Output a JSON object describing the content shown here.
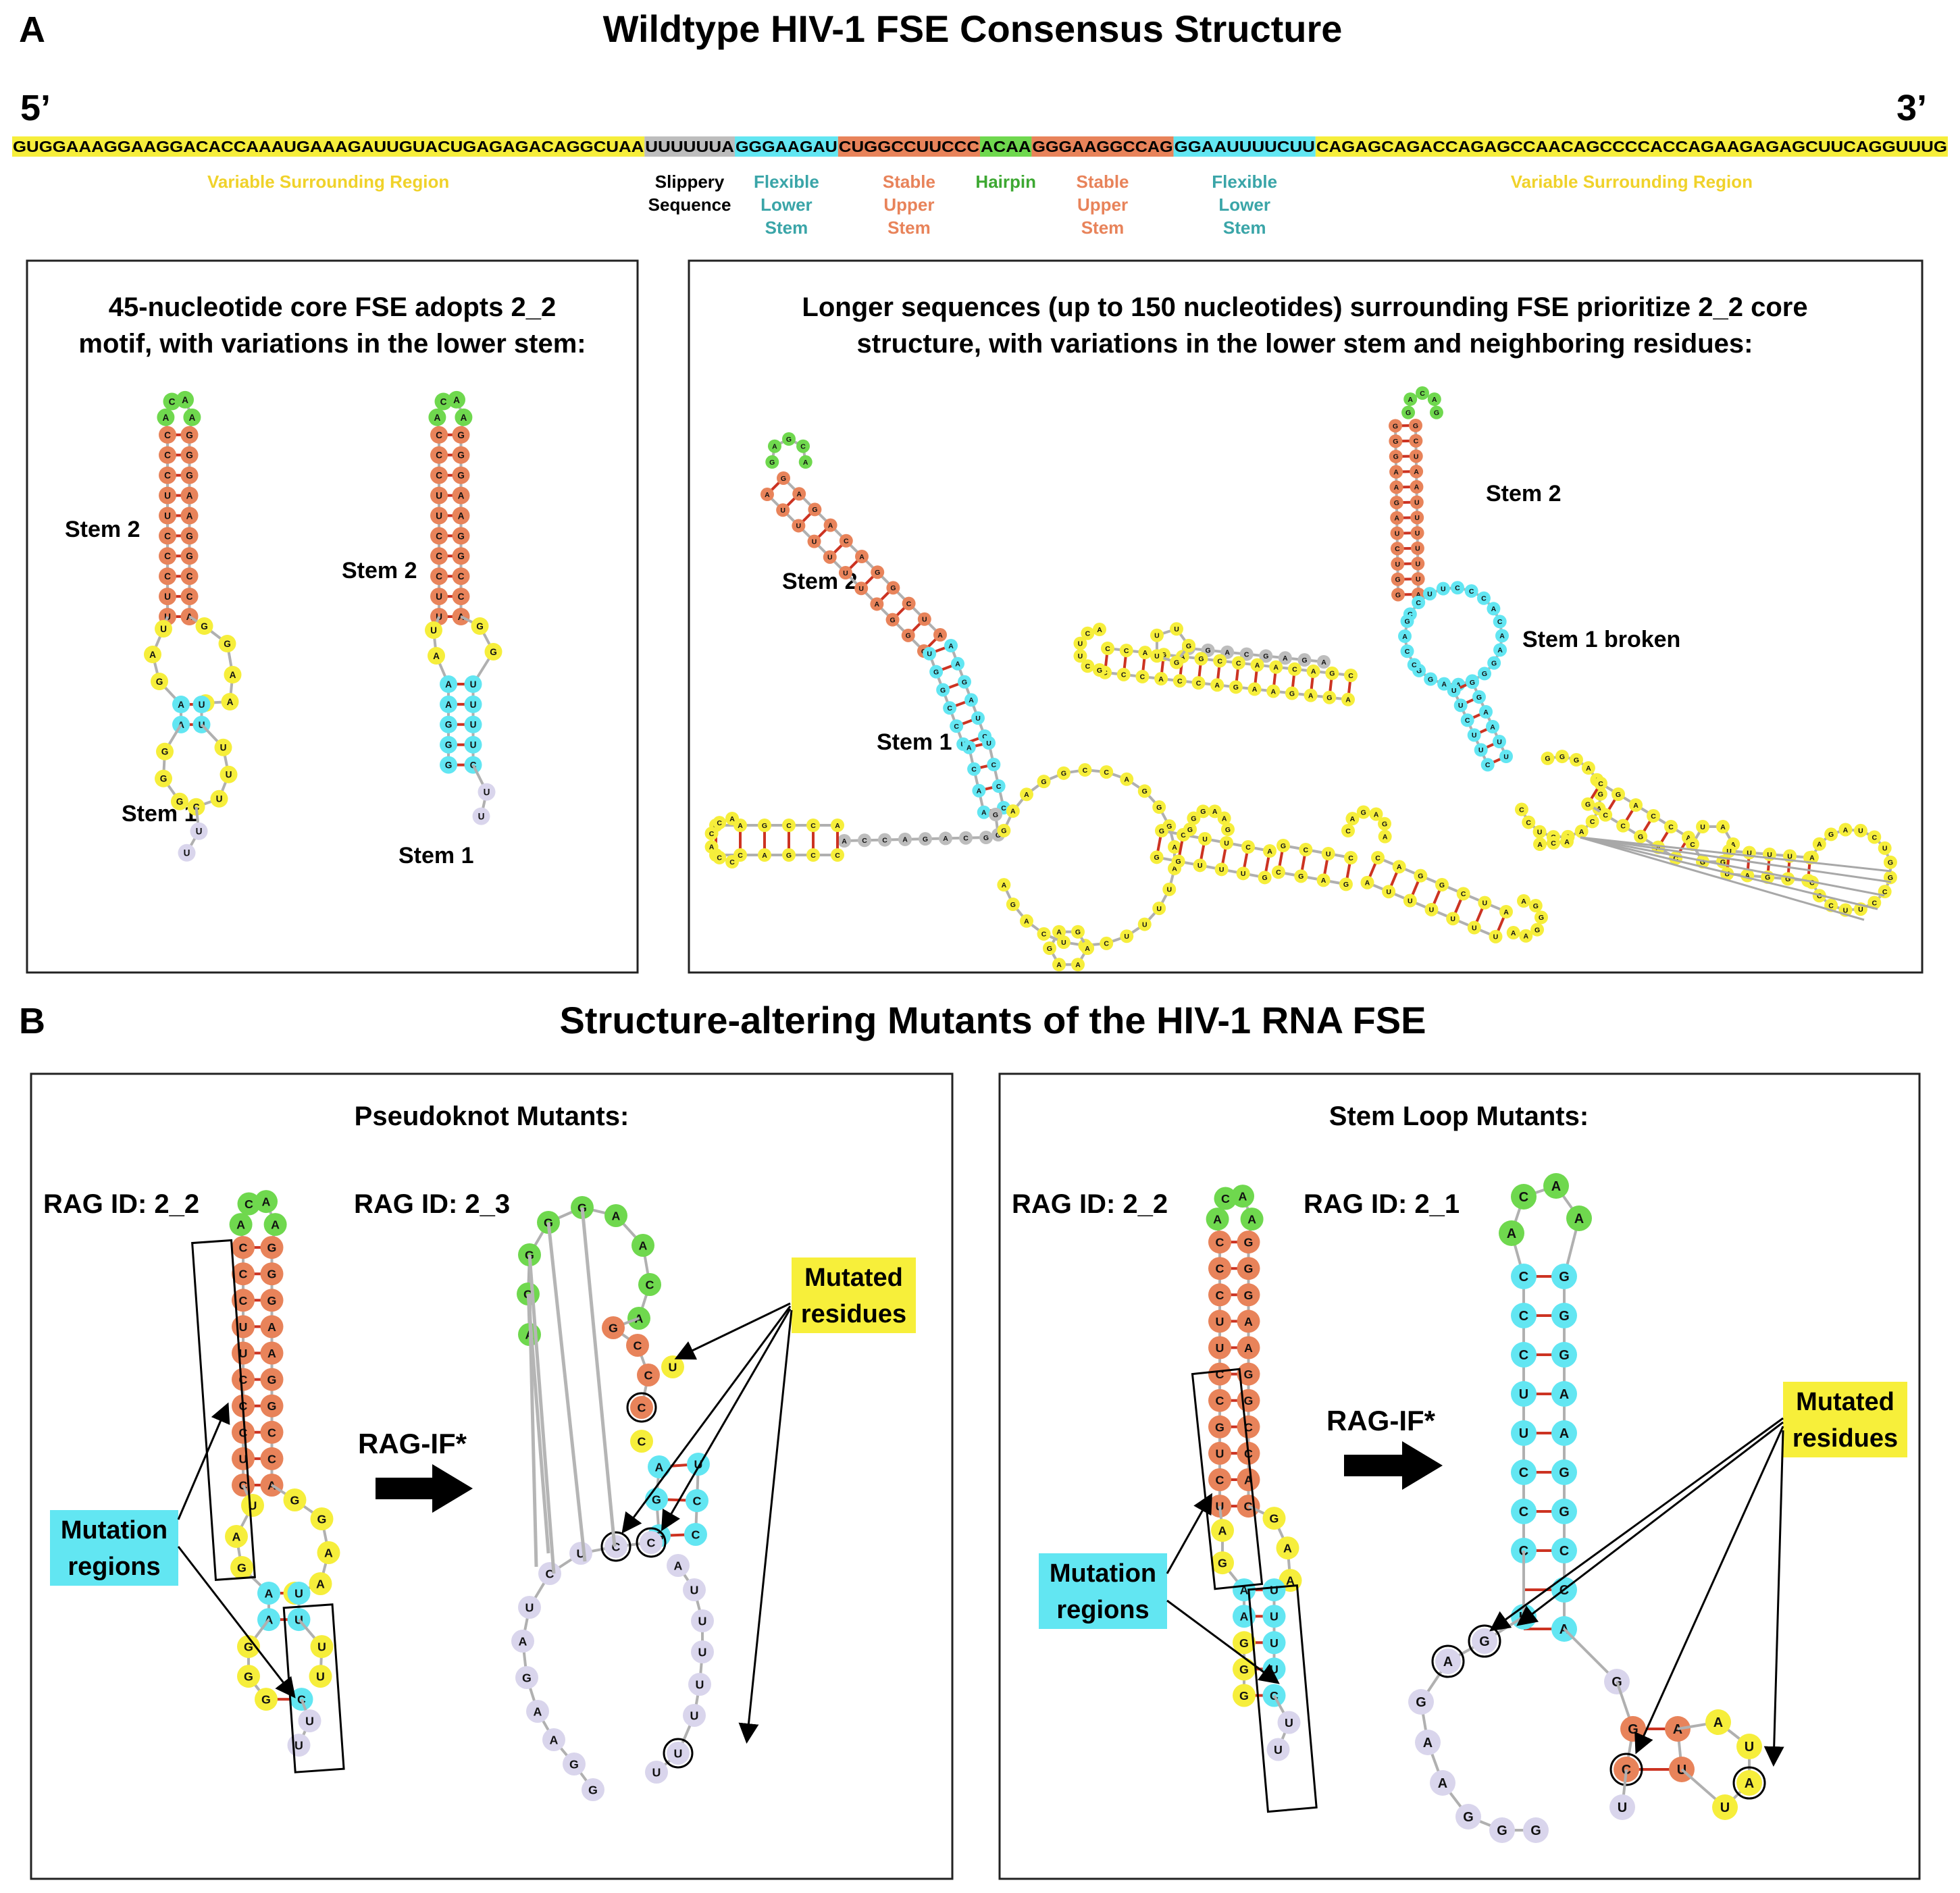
{
  "colors": {
    "surround": "#f6ee3b",
    "slippery": "#bdbdbd",
    "lower": "#62e6f2",
    "upper": "#e8835a",
    "hairpin": "#6fd84e",
    "tail": "#d9d5ec",
    "bond": "#b0b0b0",
    "pairRed": "#cc3322",
    "labelYellow": "#f0d22a",
    "labelTeal": "#3aa5a8",
    "labelOrange": "#e8835a",
    "labelGreen": "#3da832"
  },
  "section_a": {
    "letter": "A",
    "title": "Wildtype HIV-1 FSE Consensus Structure",
    "five_prime": "5’",
    "three_prime": "3’",
    "segments": [
      {
        "seq": "GUGGAAAGGAAGGACACCAAAUGAAAGAUUGUACUGAGAGACAGGCUAA",
        "region": "surround"
      },
      {
        "seq": "UUUUUUA",
        "region": "slippery"
      },
      {
        "seq": "GGGAAGAU",
        "region": "lower"
      },
      {
        "seq": "CUGGCCUUCCC",
        "region": "upper"
      },
      {
        "seq": "ACAA",
        "region": "hairpin"
      },
      {
        "seq": "GGGAAGGCCAG",
        "region": "upper"
      },
      {
        "seq": "GGAAUUUUCUU",
        "region": "lower"
      },
      {
        "seq": "CAGAGCAGACCAGAGCCAACAGCCCCACCAGAAGAGAGCUUCAGGUUUG",
        "region": "surround"
      }
    ],
    "region_labels": [
      {
        "lines": [
          "Variable Surrounding Region"
        ],
        "region": "surround"
      },
      {
        "lines": [
          "Slippery",
          "Sequence"
        ],
        "region": "slippery"
      },
      {
        "lines": [
          "Flexible",
          "Lower",
          "Stem"
        ],
        "region": "lower"
      },
      {
        "lines": [
          "Stable",
          "Upper",
          "Stem"
        ],
        "region": "upper"
      },
      {
        "lines": [
          "Hairpin"
        ],
        "region": "hairpin"
      },
      {
        "lines": [
          "Stable",
          "Upper",
          "Stem"
        ],
        "region": "upper"
      },
      {
        "lines": [
          "Flexible",
          "Lower",
          "Stem"
        ],
        "region": "lower"
      },
      {
        "lines": [
          "Variable Surrounding Region"
        ],
        "region": "surround"
      }
    ],
    "left_panel": {
      "title_lines": [
        "45-nucleotide core FSE adopts 2_2",
        "motif, with variations in the lower stem:"
      ],
      "stem2": "Stem 2",
      "stem1": "Stem 1",
      "struct1": {
        "loop": [
          "A",
          "C",
          "A",
          "A"
        ],
        "upper_left": [
          "C",
          "C",
          "C",
          "U",
          "U",
          "C",
          "C",
          "C",
          "U",
          "U"
        ],
        "upper_right": [
          "G",
          "G",
          "G",
          "A",
          "A",
          "G",
          "G",
          "C",
          "C",
          "A"
        ],
        "bulge_left": [
          "U",
          "A",
          "G"
        ],
        "bulge_right": [
          "G",
          "G",
          "A",
          "A",
          "A"
        ],
        "lower_left": [
          "A",
          "A"
        ],
        "lower_right": [
          "U",
          "U"
        ],
        "inner_left": [
          "G",
          "G",
          "G"
        ],
        "inner_right": [
          "U",
          "U",
          "U",
          "C"
        ],
        "tail": [
          "U",
          "U"
        ]
      },
      "struct2": {
        "loop": [
          "A",
          "C",
          "A",
          "A"
        ],
        "upper_left": [
          "C",
          "C",
          "C",
          "U",
          "U",
          "C",
          "C",
          "C",
          "U",
          "U"
        ],
        "upper_right": [
          "G",
          "G",
          "G",
          "A",
          "A",
          "G",
          "G",
          "C",
          "C",
          "A"
        ],
        "bulge_left": [
          "U",
          "A"
        ],
        "bulge_right": [
          "G",
          "G"
        ],
        "lower_left": [
          "A",
          "A",
          "G",
          "G",
          "G"
        ],
        "lower_right": [
          "U",
          "U",
          "U",
          "U",
          "C"
        ],
        "tail": [
          "U",
          "U"
        ]
      }
    },
    "right_panel": {
      "title_lines": [
        "Longer sequences (up to 150 nucleotides) surrounding FSE prioritize 2_2 core",
        "structure, with variations in the lower stem and neighboring residues:"
      ],
      "stem2_a": "Stem 2",
      "stem1_a": "Stem 1",
      "stem2_b": "Stem 2",
      "stem1_b": "Stem 1 broken",
      "seq_a": "GAGCAGAGACAGGCUAAUUUUUUAGGGAAGAUCUGGCCUUCCCACAAGGGAAGGCCAGGGAAUUUUCUUCAGAGCAGACCAGAGCCAACAGCCCCACCAGAAGAGAGCUUCAGGUUUGGGGAAGGCUCC",
      "seq_b": "GACAGGCUAAUUUUUUAGGGAAGAUCUGGCCUUCCCACAAGGGAAGGCCAGGGAAUUUUCUUCAGAGCAGACCAGAGCCAACAGCCCCACCAGAAGAGAGCUUCAGGUUUGGGGAAGACAACUCCCGACCAGCC"
    }
  },
  "section_b": {
    "letter": "B",
    "title": "Structure-altering Mutants of the HIV-1 RNA FSE",
    "pk_panel": {
      "title": "Pseudoknot Mutants:",
      "rag_left": "RAG ID: 2_2",
      "rag_right": "RAG ID: 2_3",
      "arrow_label": "RAG-IF*",
      "mutation_regions": [
        "Mutation",
        "regions"
      ],
      "mutated_residues": [
        "Mutated",
        "residues"
      ],
      "wt": {
        "loop": [
          "A",
          "C",
          "A",
          "A"
        ],
        "upper_left": [
          "C",
          "C",
          "C",
          "U",
          "U",
          "C",
          "C",
          "C",
          "U",
          "C"
        ],
        "upper_right": [
          "G",
          "G",
          "G",
          "A",
          "A",
          "G",
          "G",
          "C",
          "C",
          "A"
        ],
        "bulge_left": [
          "U",
          "A",
          "G"
        ],
        "bulge_right": [
          "G",
          "G",
          "A",
          "A",
          "A"
        ],
        "lower_left": [
          "A",
          "A"
        ],
        "lower_right": [
          "U",
          "U"
        ],
        "inner_left": [
          "G",
          "G",
          "G"
        ],
        "inner_right": [
          "U",
          "U",
          "U",
          "C"
        ],
        "tail": [
          "U",
          "U"
        ]
      },
      "mut": {
        "hairpin": [
          "A",
          "G",
          "G",
          "G",
          "G",
          "A",
          "A",
          "C",
          "A"
        ],
        "stem_left": [
          "G",
          "C",
          "C",
          "C"
        ],
        "stem_right": [
          "U",
          "U",
          "C",
          "C",
          "G"
        ],
        "single": [
          "C"
        ],
        "lower_left": [
          "A",
          "G",
          "G"
        ],
        "lower_right": [
          "U",
          "C",
          "C"
        ],
        "loop": [
          "C",
          "C",
          "U",
          "C",
          "U",
          "A",
          "G",
          "A",
          "A",
          "G",
          "G",
          "G"
        ],
        "tail": [
          "A",
          "U",
          "U",
          "U",
          "U",
          "U",
          "U",
          "U"
        ]
      }
    },
    "sl_panel": {
      "title": "Stem Loop Mutants:",
      "rag_left": "RAG ID: 2_2",
      "rag_right": "RAG ID: 2_1",
      "arrow_label": "RAG-IF*",
      "mutation_regions": [
        "Mutation",
        "regions"
      ],
      "mutated_residues": [
        "Mutated",
        "residues"
      ],
      "wt": {
        "loop": [
          "A",
          "C",
          "A",
          "A"
        ],
        "upper_left": [
          "C",
          "C",
          "C",
          "U",
          "U",
          "C",
          "C",
          "G",
          "U",
          "C",
          "U"
        ],
        "upper_right": [
          "G",
          "G",
          "G",
          "A",
          "A",
          "G",
          "G",
          "C",
          "C",
          "A",
          "G"
        ],
        "bulge_left": [
          "A",
          "G"
        ],
        "bulge_right": [
          "G",
          "A",
          "A"
        ],
        "lower_left": [
          "A",
          "A",
          "G",
          "G",
          "G"
        ],
        "lower_right": [
          "U",
          "U",
          "U",
          "U",
          "C"
        ],
        "tail": [
          "U",
          "U"
        ]
      },
      "mut": {
        "loop": [
          "A",
          "C",
          "A",
          "A"
        ],
        "stem_left": [
          "C",
          "C",
          "C",
          "U",
          "U",
          "C",
          "C",
          "C",
          "G",
          "U"
        ],
        "stem_right": [
          "G",
          "G",
          "G",
          "A",
          "A",
          "G",
          "G",
          "C",
          "C",
          "A"
        ],
        "left_tail": [
          "G",
          "A",
          "G",
          "A",
          "A",
          "G",
          "G",
          "G"
        ],
        "hp_stem_left": [
          "G",
          "C"
        ],
        "hp_stem_right": [
          "A",
          "U"
        ],
        "hp_loop": [
          "A",
          "U",
          "A",
          "U"
        ],
        "hp_tail": [
          "U"
        ]
      }
    }
  }
}
